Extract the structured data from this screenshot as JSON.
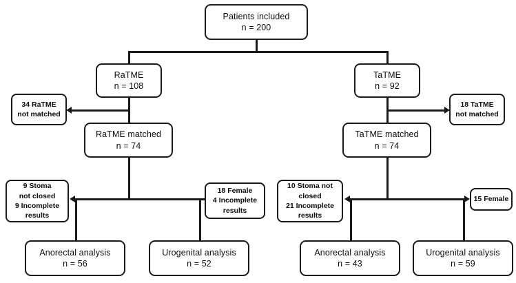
{
  "diagram": {
    "type": "flowchart",
    "title": "Patient inclusion and analysis flow diagram",
    "accent_color": "#1a1a1a",
    "background_color": "#ffffff"
  },
  "nodes": {
    "included": {
      "line1": "Patients included",
      "line2": "n = 200"
    },
    "ratme": {
      "line1": "RaTME",
      "line2": "n = 108"
    },
    "tatme": {
      "line1": "TaTME",
      "line2": "n = 92"
    },
    "ratme_not_matched": {
      "line1": "34 RaTME",
      "line2": "not matched"
    },
    "tatme_not_matched": {
      "line1": "18 TaTME",
      "line2": "not matched"
    },
    "ratme_matched": {
      "line1": "RaTME matched",
      "line2": "n = 74"
    },
    "tatme_matched": {
      "line1": "TaTME matched",
      "line2": "n = 74"
    },
    "ratme_excl_anorectal": {
      "line1": "9 Stoma",
      "line2": "not closed",
      "line3": "9 Incomplete",
      "line4": "results"
    },
    "ratme_excl_urogenital": {
      "line1": "18 Female",
      "line2": "4 Incomplete",
      "line3": "results"
    },
    "tatme_excl_anorectal": {
      "line1": "10 Stoma not",
      "line2": "closed",
      "line3": "21 Incomplete",
      "line4": "results"
    },
    "tatme_excl_urogenital": {
      "line1": "15 Female"
    },
    "ratme_anorectal": {
      "line1": "Anorectal analysis",
      "line2": "n = 56"
    },
    "ratme_urogenital": {
      "line1": "Urogenital analysis",
      "line2": "n = 52"
    },
    "tatme_anorectal": {
      "line1": "Anorectal analysis",
      "line2": "n = 43"
    },
    "tatme_urogenital": {
      "line1": "Urogenital analysis",
      "line2": "n = 59"
    }
  },
  "chart_data": {
    "type": "flow",
    "title": "Patient inclusion and analysis flow diagram",
    "total_included": 200,
    "groups": [
      {
        "name": "RaTME",
        "enrolled": 108,
        "not_matched": 34,
        "matched": 74,
        "anorectal_excluded": {
          "stoma_not_closed": 9,
          "incomplete_results": 9
        },
        "anorectal_analysis": 56,
        "urogenital_excluded": {
          "female": 18,
          "incomplete_results": 4
        },
        "urogenital_analysis": 52
      },
      {
        "name": "TaTME",
        "enrolled": 92,
        "not_matched": 18,
        "matched": 74,
        "anorectal_excluded": {
          "stoma_not_closed": 10,
          "incomplete_results": 21
        },
        "anorectal_analysis": 43,
        "urogenital_excluded": {
          "female": 15,
          "incomplete_results": 0
        },
        "urogenital_analysis": 59
      }
    ]
  }
}
